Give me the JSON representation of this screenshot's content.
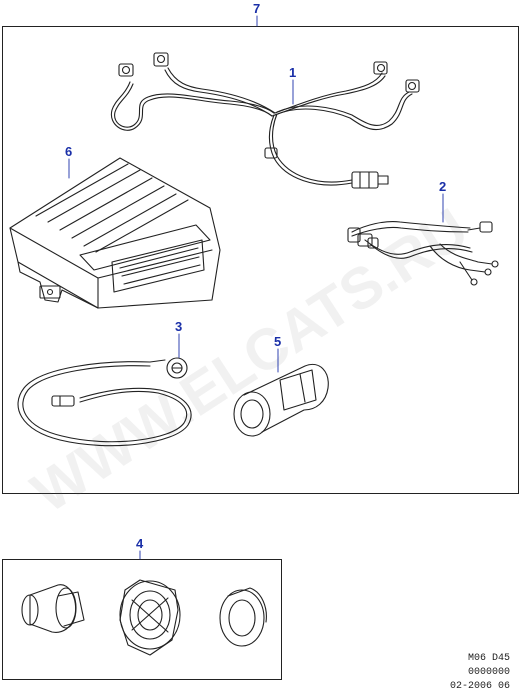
{
  "callouts": {
    "c7": "7",
    "c1": "1",
    "c2": "2",
    "c3": "3",
    "c4": "4",
    "c5": "5",
    "c6": "6"
  },
  "reference": {
    "line1": "M06 D45",
    "line2": "0000000",
    "line3": "02-2006 06"
  },
  "watermark": "WWW.ELCATS.RU",
  "colors": {
    "callout": "#1a2fa8",
    "line": "#222222",
    "watermark": "#787878"
  }
}
